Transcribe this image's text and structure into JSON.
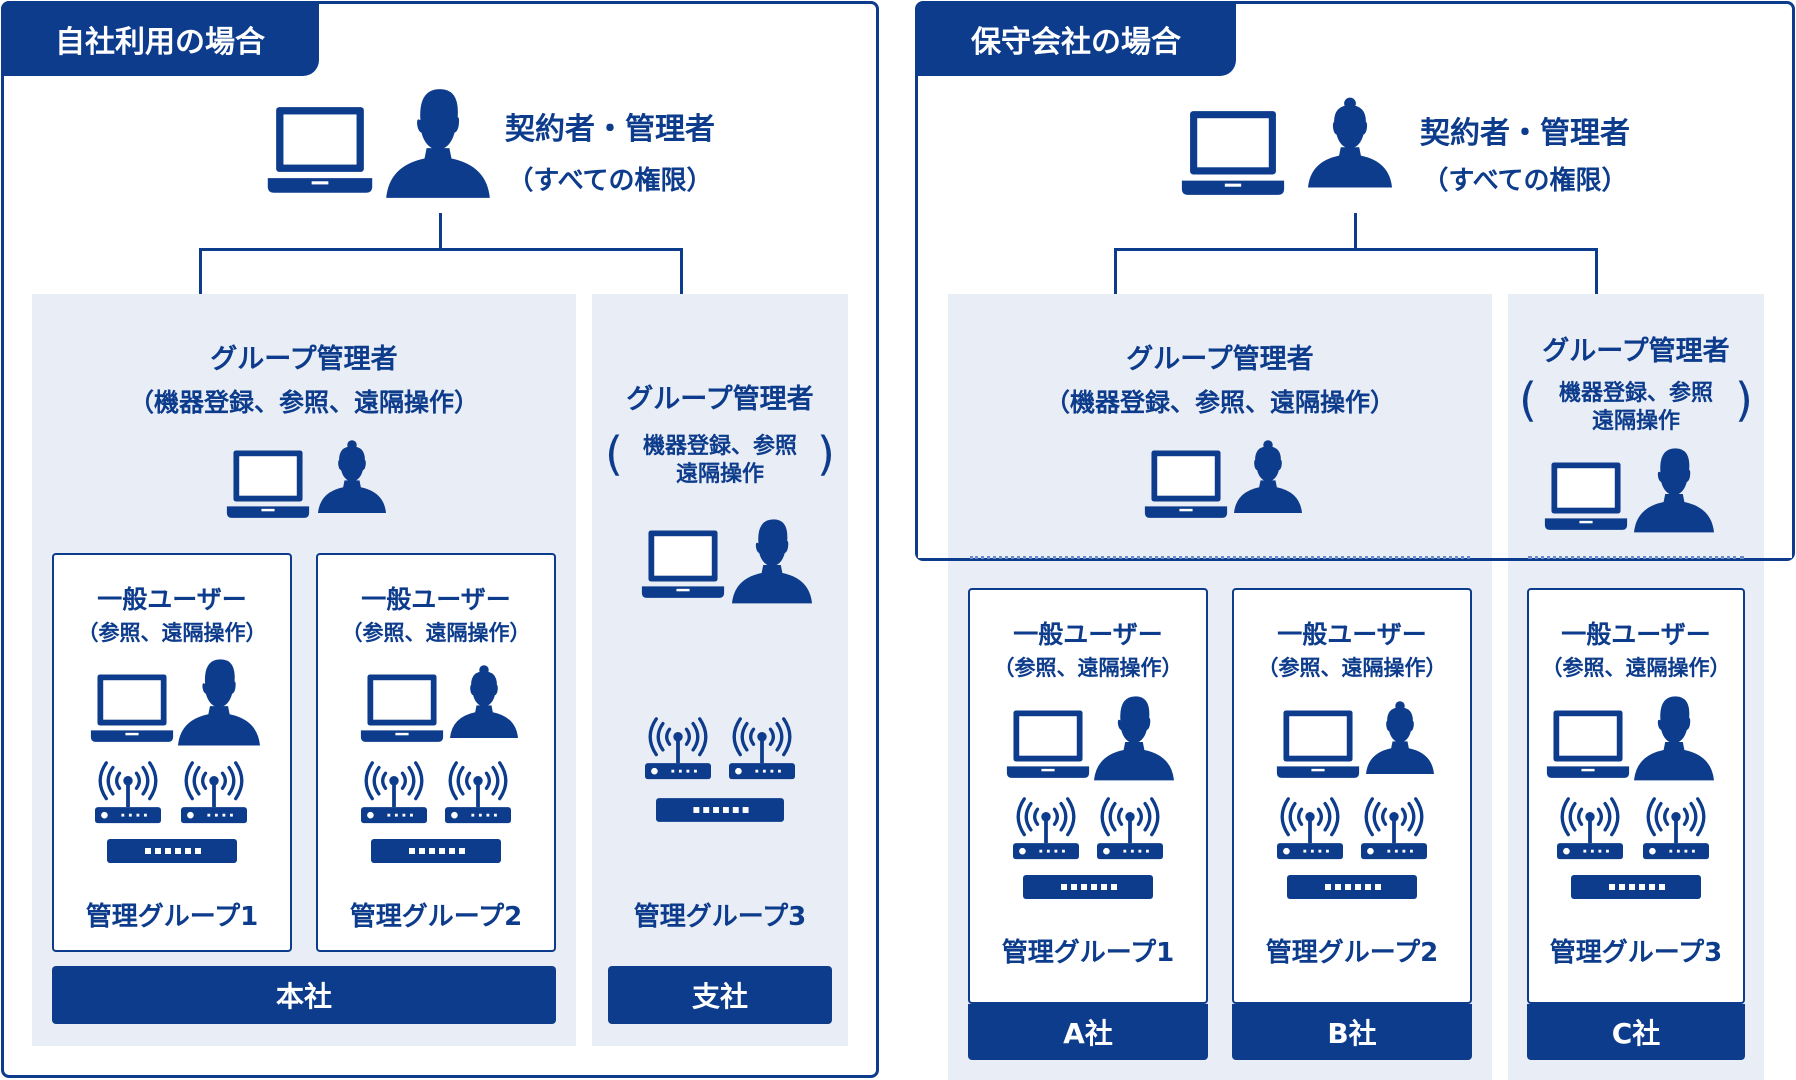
{
  "left": {
    "tab": "自社利用の場合",
    "contract": {
      "title": "契約者・管理者",
      "sub": "（すべての権限）"
    },
    "groups": [
      {
        "title": "グループ管理者",
        "sub": "（機器登録、参照、遠隔操作）"
      },
      {
        "title": "グループ管理者",
        "sub1": "機器登録、参照",
        "sub2": "遠隔操作"
      }
    ],
    "users": [
      {
        "title": "一般ユーザー",
        "sub": "（参照、遠隔操作）",
        "label": "管理グループ1"
      },
      {
        "title": "一般ユーザー",
        "sub": "（参照、遠隔操作）",
        "label": "管理グループ2"
      }
    ],
    "group3_label": "管理グループ3",
    "bars": [
      "本社",
      "支社"
    ]
  },
  "right": {
    "tab": "保守会社の場合",
    "contract": {
      "title": "契約者・管理者",
      "sub": "（すべての権限）"
    },
    "groups": [
      {
        "title": "グループ管理者",
        "sub": "（機器登録、参照、遠隔操作）"
      },
      {
        "title": "グループ管理者",
        "sub1": "機器登録、参照",
        "sub2": "遠隔操作"
      }
    ],
    "users": [
      {
        "title": "一般ユーザー",
        "sub": "（参照、遠隔操作）",
        "label": "管理グループ1",
        "bar": "A社"
      },
      {
        "title": "一般ユーザー",
        "sub": "（参照、遠隔操作）",
        "label": "管理グループ2",
        "bar": "B社"
      },
      {
        "title": "一般ユーザー",
        "sub": "（参照、遠隔操作）",
        "label": "管理グループ3",
        "bar": "C社"
      }
    ]
  },
  "colors": {
    "primary": "#0d3c8c",
    "panel_bg": "#e9edf5",
    "dotted": "#6a8ccb"
  },
  "icons": [
    "laptop-icon",
    "user-male-icon",
    "user-female-icon",
    "wifi-router-icon",
    "network-switch-icon"
  ]
}
